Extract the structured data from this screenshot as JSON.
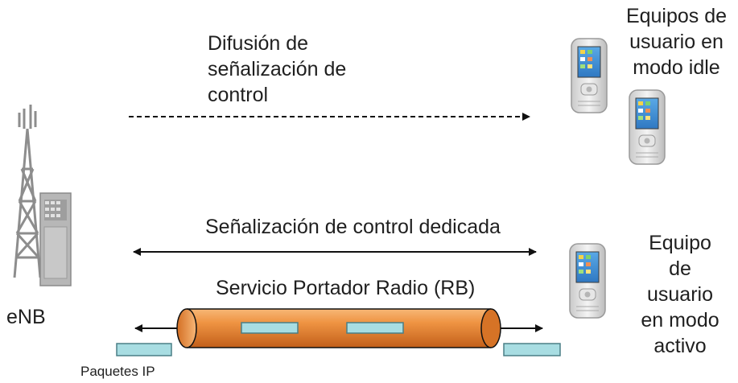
{
  "labels": {
    "broadcast": [
      "Difusión de",
      "señalización de",
      "control"
    ],
    "idle_ue": [
      "Equipos de",
      "usuario en",
      "modo idle"
    ],
    "dedicated_signaling": "Señalización de control dedicada",
    "radio_bearer": "Servicio Portador Radio (RB)",
    "enb": "eNB",
    "active_ue": [
      "Equipo",
      "de",
      "usuario",
      "en modo",
      "activo"
    ],
    "ip_packets": "Paquetes IP"
  },
  "colors": {
    "tube_orange": "#e98a3a",
    "tube_dark": "#c2641e",
    "packet_fill": "#a8dde2",
    "packet_stroke": "#4a7f86",
    "arrow": "#111111",
    "tower": "#8d8d8d"
  },
  "icons": [
    "radio-tower-icon",
    "base-station-cabinet-icon",
    "mobile-phone-icon"
  ]
}
